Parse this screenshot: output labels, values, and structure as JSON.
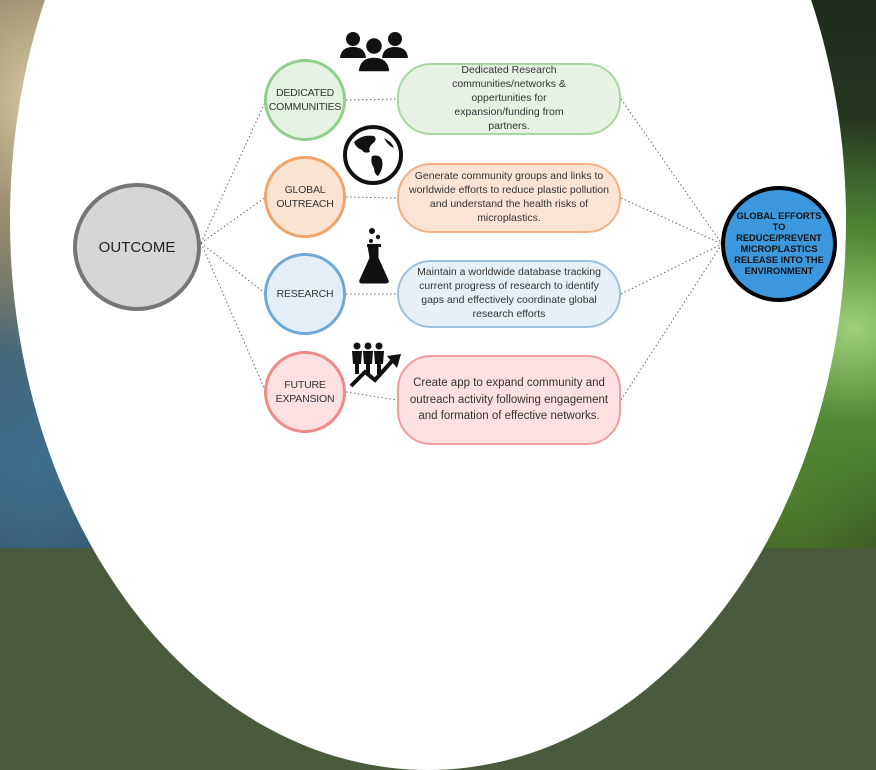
{
  "outcome": {
    "label": "OUTCOME"
  },
  "categories": [
    {
      "label": "DEDICATED COMMUNITIES",
      "description": "Dedicated Research communities/networks & oppertunities for expansion/funding from partners.",
      "icon": "people-group-icon"
    },
    {
      "label": "GLOBAL OUTREACH",
      "description": "Generate community groups and links to worldwide efforts to reduce plastic pollution and understand the health risks of microplastics.",
      "icon": "globe-icon"
    },
    {
      "label": "RESEARCH",
      "description": "Maintain a worldwide database tracking current progress of research to identify gaps and effectively coordinate global research efforts",
      "icon": "flask-icon"
    },
    {
      "label": "FUTURE EXPANSION",
      "description": "Create app to expand community and outreach activity following engagement and formation of effective networks.",
      "icon": "growth-arrow-icon"
    }
  ],
  "goal": {
    "label": "GLOBAL EFFORTS TO REDUCE/PREVENT MICROPLASTICS RELEASE INTO THE ENVIRONMENT"
  },
  "colors": {
    "green": "#8fcf8c",
    "orange": "#f0a469",
    "blue": "#6fa8d3",
    "red": "#ef8a8a",
    "goal": "#3d97dc"
  }
}
